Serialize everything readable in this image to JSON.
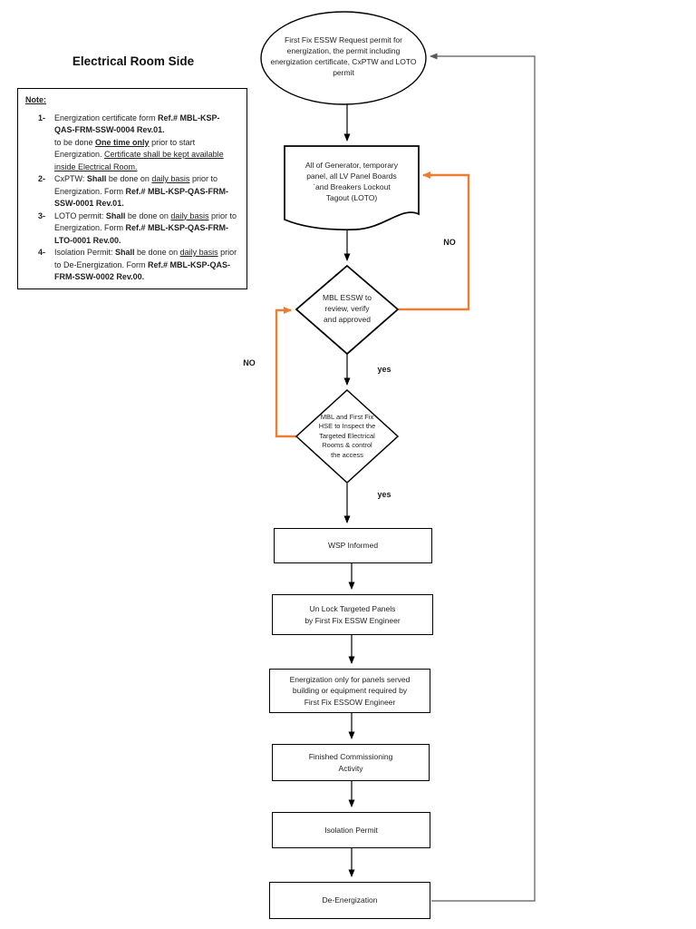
{
  "title": "Electrical Room Side",
  "note": {
    "heading": "Note:",
    "items": [
      {
        "num": "1-",
        "segments": [
          {
            "t": "Energization certificate form "
          },
          {
            "t": "Ref.# MBL-KSP-QAS-FRM-SSW-0004 Rev.01."
          },
          {
            "t": "to be done "
          },
          {
            "t": "One time only"
          },
          {
            "t": " prior to start Energization. "
          },
          {
            "t": "Certificate shall be kept available inside Electrical Room."
          }
        ]
      },
      {
        "num": "2-",
        "segments": [
          {
            "t": "CxPTW: "
          },
          {
            "t": "Shall"
          },
          {
            "t": " be done on "
          },
          {
            "t": "daily basis"
          },
          {
            "t": " prior to Energization. Form "
          },
          {
            "t": "Ref.# MBL-KSP-QAS-FRM-SSW-0001 Rev.01."
          }
        ]
      },
      {
        "num": "3-",
        "segments": [
          {
            "t": "LOTO permit: "
          },
          {
            "t": "Shall"
          },
          {
            "t": " be done on "
          },
          {
            "t": "daily basis"
          },
          {
            "t": " prior to Energization. Form "
          },
          {
            "t": "Ref.# MBL-KSP-QAS-FRM-LTO-0001 Rev.00."
          }
        ]
      },
      {
        "num": "4-",
        "segments": [
          {
            "t": "Isolation Permit: "
          },
          {
            "t": "Shall"
          },
          {
            "t": " be done on "
          },
          {
            "t": "daily basis"
          },
          {
            "t": " prior to De-Energization. Form "
          },
          {
            "t": "Ref.# MBL-KSP-QAS-FRM-SSW-0002 Rev.00."
          }
        ]
      }
    ]
  },
  "flowchart": {
    "start_ellipse": "First Fix ESSW Request permit for\nenergization, the permit including\nenergization certificate, CxPTW and LOTO\npermit",
    "document_shape": "All of Generator, temporary\npanel, all LV Panel Boards\n`and Breakers Lockout\nTagout (LOTO)",
    "decision1": "MBL ESSW to\nreview, verify\nand approved",
    "decision2": "MBL and First Fix\nHSE to Inspect the\nTargeted Electrical\nRooms & control\nthe access",
    "boxes": [
      "WSP Informed",
      "Un Lock Targeted Panels\nby First Fix ESSW Engineer",
      "Energization only for panels served\nbuilding or equipment required by\nFirst Fix ESSOW Engineer",
      "Finished Commissioning\nActivity",
      "Isolation Permit",
      "De-Energization"
    ],
    "labels": {
      "no_right": "NO",
      "no_left": "NO",
      "yes_1": "yes",
      "yes_2": "yes"
    }
  },
  "colors": {
    "accent_orange": "#ED7D31",
    "line_black": "#000000",
    "feedback_gray": "#595959"
  }
}
